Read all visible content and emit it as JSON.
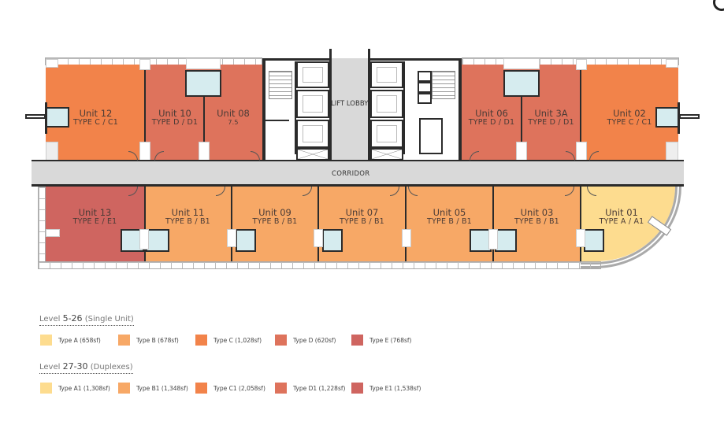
{
  "colors": {
    "type_a": "#fddc8f",
    "type_b": "#f7a866",
    "type_c": "#f2834a",
    "type_d": "#de735c",
    "type_e": "#cf6560",
    "corridor": "#d9d9d9",
    "bathroom": "#d6ecef",
    "wall": "#2b2b2b"
  },
  "plan": {
    "corridor_label": "CORRIDOR",
    "lift_lobby_label": "LIFT LOBBY",
    "north_units": [
      {
        "name": "Unit 12",
        "type": "TYPE C / C1",
        "type_key": "type_c"
      },
      {
        "name": "Unit 10",
        "type": "TYPE D / D1",
        "type_key": "type_d"
      },
      {
        "name": "Unit 08",
        "type": "7.5",
        "type_key": "type_d"
      },
      {
        "name": "Unit 06",
        "type": "TYPE D / D1",
        "type_key": "type_d"
      },
      {
        "name": "Unit 3A",
        "type": "TYPE D / D1",
        "type_key": "type_d"
      },
      {
        "name": "Unit 02",
        "type": "TYPE C / C1",
        "type_key": "type_c"
      }
    ],
    "south_units": [
      {
        "name": "Unit 13",
        "type": "TYPE E / E1",
        "type_key": "type_e"
      },
      {
        "name": "Unit 11",
        "type": "TYPE B / B1",
        "type_key": "type_b"
      },
      {
        "name": "Unit 09",
        "type": "TYPE B / B1",
        "type_key": "type_b"
      },
      {
        "name": "Unit 07",
        "type": "TYPE B / B1",
        "type_key": "type_b"
      },
      {
        "name": "Unit 05",
        "type": "TYPE B / B1",
        "type_key": "type_b"
      },
      {
        "name": "Unit 03",
        "type": "TYPE B / B1",
        "type_key": "type_b"
      },
      {
        "name": "Unit 01",
        "type": "TYPE A / A1",
        "type_key": "type_a"
      }
    ]
  },
  "legend": {
    "single": {
      "title_prefix": "Level ",
      "title_levels": "5-26",
      "title_suffix": " (Single Unit)",
      "items": [
        {
          "label": "Type A (658sf)",
          "type_key": "type_a"
        },
        {
          "label": "Type B (678sf)",
          "type_key": "type_b"
        },
        {
          "label": "Type C (1,028sf)",
          "type_key": "type_c"
        },
        {
          "label": "Type D (620sf)",
          "type_key": "type_d"
        },
        {
          "label": "Type E (768sf)",
          "type_key": "type_e"
        }
      ]
    },
    "duplex": {
      "title_prefix": "Level ",
      "title_levels": "27-30",
      "title_suffix": " (Duplexes)",
      "items": [
        {
          "label": "Type A1 (1,308sf)",
          "type_key": "type_a"
        },
        {
          "label": "Type B1 (1,348sf)",
          "type_key": "type_b"
        },
        {
          "label": "Type C1 (2,058sf)",
          "type_key": "type_c"
        },
        {
          "label": "Type D1 (1,228sf)",
          "type_key": "type_d"
        },
        {
          "label": "Type E1 (1,538sf)",
          "type_key": "type_e"
        }
      ]
    }
  }
}
